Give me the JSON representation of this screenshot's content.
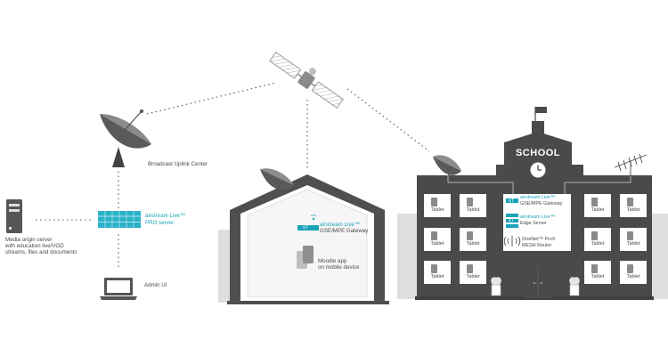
{
  "labels": {
    "media_origin": [
      "Media origin server",
      "with education live/VOD",
      "streams, files and documents"
    ],
    "uplink": "Broadcast Uplink Center",
    "admin": "Admin UI",
    "pro_brand": "airstream Live™",
    "pro_server": "PRO server",
    "home_brand": "airstream Live™",
    "home_gateway": "GSE/MPE Gateway",
    "moodle": [
      "Moodle app",
      "on mobile device"
    ],
    "school": "SCHOOL",
    "school_gw_brand": "airstream Live™",
    "school_gw": "GSE/MPE Gateway",
    "edge_brand": "airstream Live™",
    "edge_server": "Edge Server",
    "mesh_brand": "OneNet™ ProX",
    "mesh_router": "MESH Router",
    "tablet": "Tablet",
    "badge": "sT"
  },
  "colors": {
    "building": "#4a4a4a",
    "building_light": "#dcdcdc",
    "accent": "#1aa3b8",
    "line": "#555555",
    "satellite": "#8a8a8a"
  },
  "icons": [
    "server-tower-icon",
    "satellite-dish-icon",
    "satellite-icon",
    "laptop-icon",
    "mobile-device-icon",
    "wifi-icon",
    "clock-icon",
    "flag-icon",
    "antenna-icon",
    "tree-icon"
  ]
}
